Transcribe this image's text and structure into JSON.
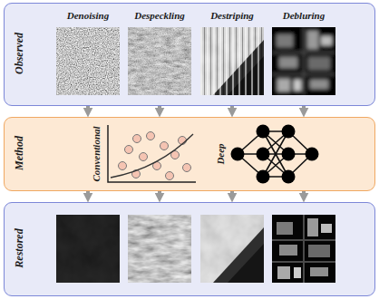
{
  "diagram": {
    "nodes": [
      {
        "text": [
          "Observed"
        ]
      },
      {
        "text": [
          "Method"
        ]
      },
      {
        "text": [
          "Restored"
        ]
      }
    ],
    "edges": [
      {
        "from": 0,
        "to": 1,
        "arrow": "to"
      },
      {
        "from": 0,
        "to": 1,
        "arrow": "to"
      },
      {
        "from": 0,
        "to": 1,
        "arrow": "to"
      },
      {
        "from": 0,
        "to": 1,
        "arrow": "to"
      },
      {
        "from": 1,
        "to": 2,
        "arrow": "to"
      },
      {
        "from": 1,
        "to": 2,
        "arrow": "to"
      },
      {
        "from": 1,
        "to": 2,
        "arrow": "to"
      },
      {
        "from": 1,
        "to": 2,
        "arrow": "to"
      }
    ],
    "labels": [
      "Denoising",
      "Despeckling",
      "Destriping",
      "Debluring",
      "Conventional",
      "Deep"
    ]
  }
}
